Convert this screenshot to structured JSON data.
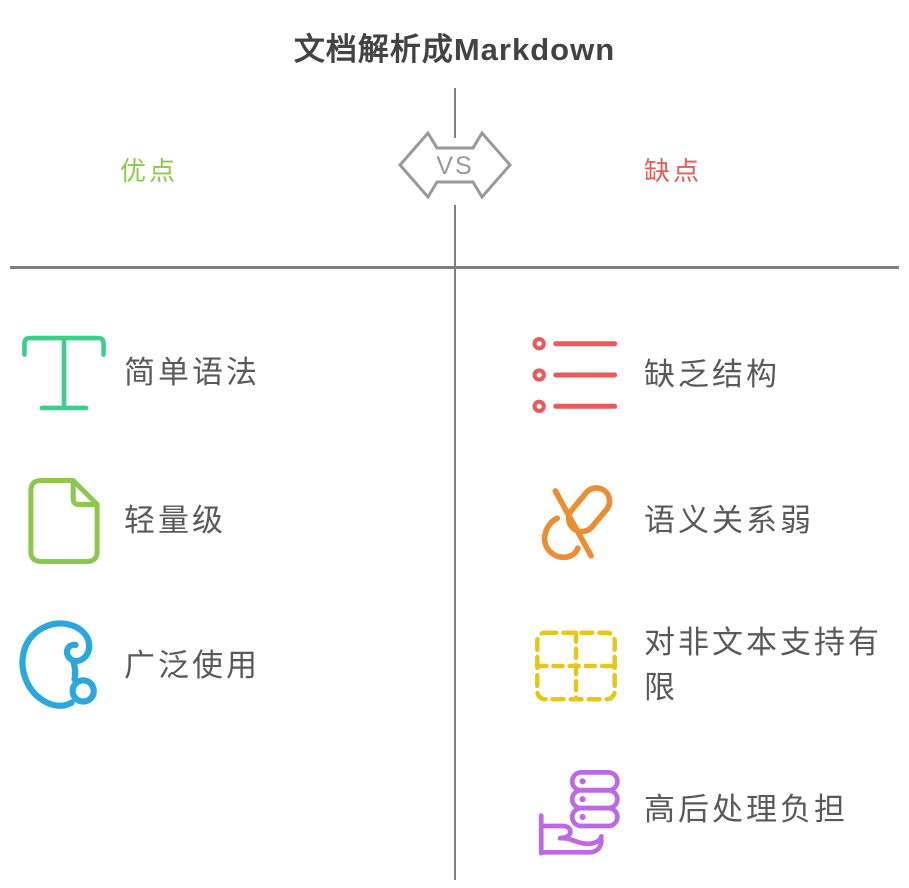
{
  "title": "文档解析成Markdown",
  "vs_label": "VS",
  "colors": {
    "title": "#434343",
    "divider_line": "#7F7F7F",
    "vs_outline": "#98989E",
    "item_text": "#59595B",
    "pros_accent": "#8CC84B",
    "cons_accent": "#E95B5B"
  },
  "pros": {
    "label": "优点",
    "label_color": "#8CC84B",
    "items": [
      {
        "label": "简单语法",
        "icon": "text-t-icon",
        "color": "#3DCE8D"
      },
      {
        "label": "轻量级",
        "icon": "document-icon",
        "color": "#8CC84B"
      },
      {
        "label": "广泛使用",
        "icon": "swirl-ring-icon",
        "color": "#2BA7E0"
      }
    ]
  },
  "cons": {
    "label": "缺点",
    "label_color": "#E95B5B",
    "items": [
      {
        "label": "缺乏结构",
        "icon": "bullet-list-icon",
        "color": "#E95B5B"
      },
      {
        "label": "语义关系弱",
        "icon": "broken-link-icon",
        "color": "#EB8D33"
      },
      {
        "label": "对非文本支持有限",
        "icon": "dashed-table-icon",
        "color": "#E2C81A"
      },
      {
        "label": "高后处理负担",
        "icon": "database-hand-icon",
        "color": "#BD68E4"
      }
    ]
  }
}
